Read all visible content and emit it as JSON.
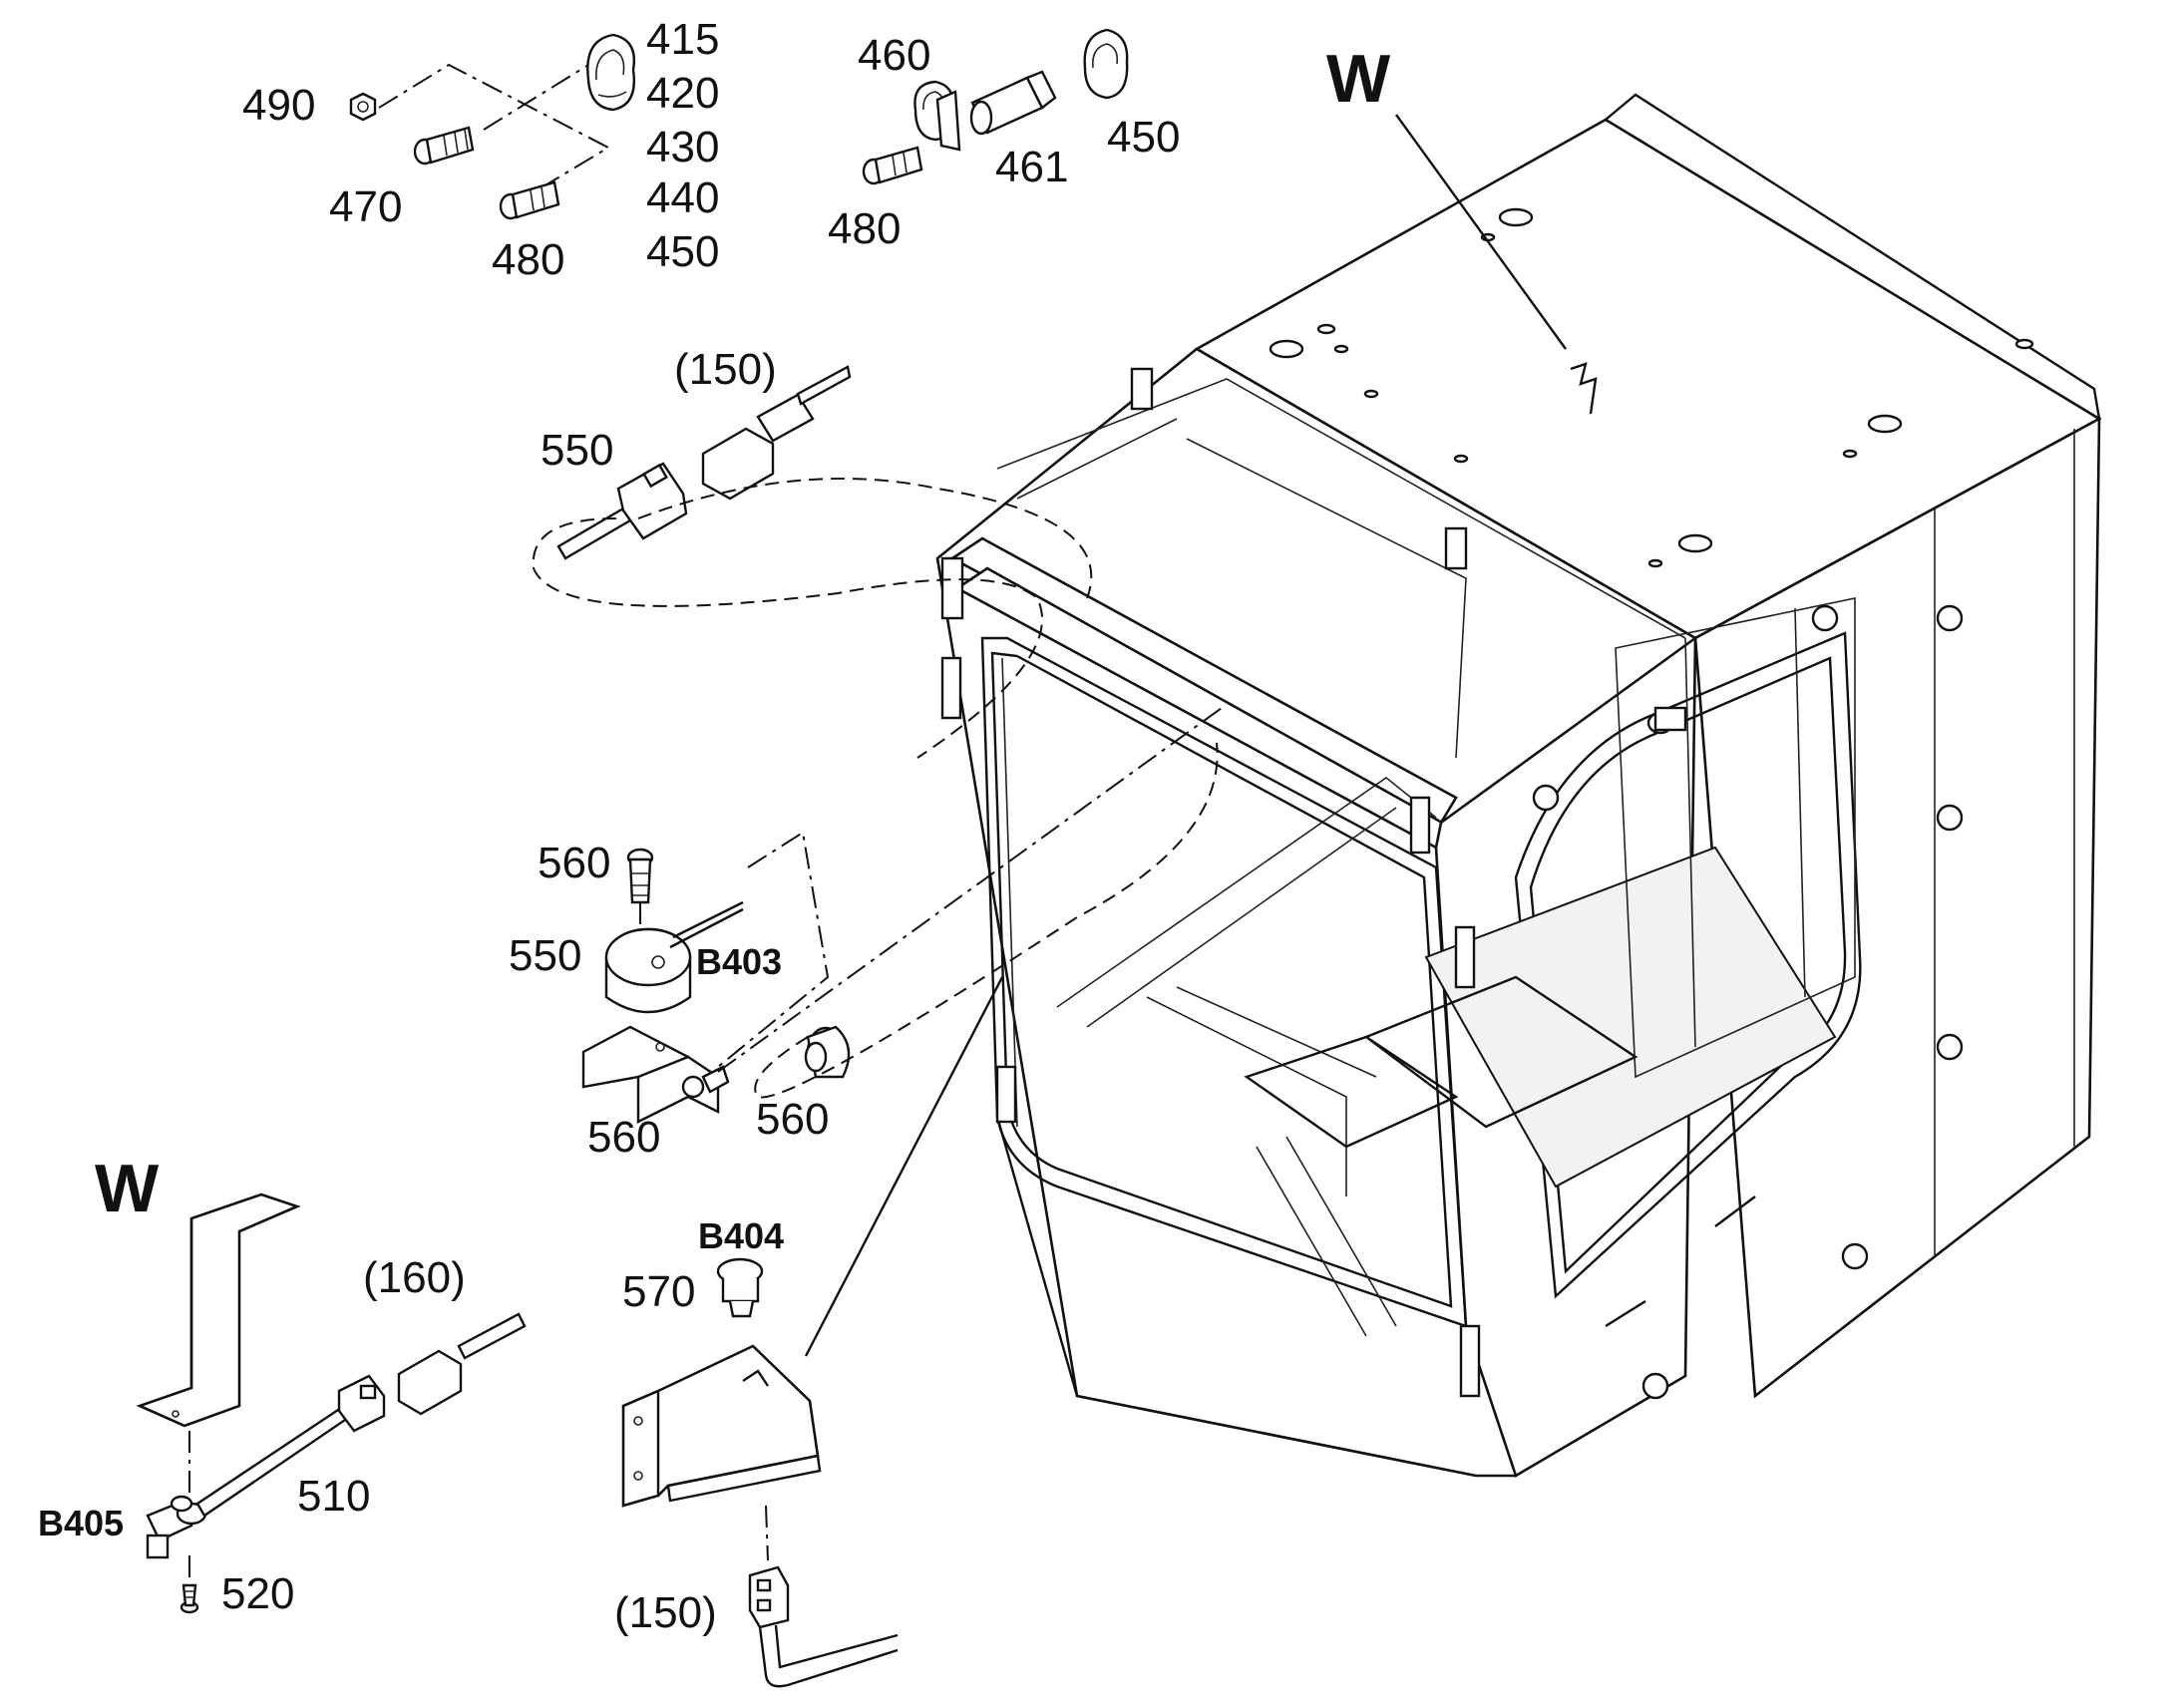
{
  "callouts": {
    "c490": "490",
    "c415": "415",
    "c420": "420",
    "c430": "430",
    "c440": "440",
    "c450a": "450",
    "c470": "470",
    "c480a": "480",
    "c460": "460",
    "c461": "461",
    "c450b": "450",
    "c480b": "480",
    "c150a": "(150)",
    "c550a": "550",
    "c560a": "560",
    "c550b": "550",
    "cB403": "B403",
    "c560b": "560",
    "c560c": "560",
    "cW1": "W",
    "cW2": "W",
    "c160": "(160)",
    "c510": "510",
    "cB405": "B405",
    "c520": "520",
    "cB404": "B404",
    "c570": "570",
    "c150b": "(150)"
  }
}
